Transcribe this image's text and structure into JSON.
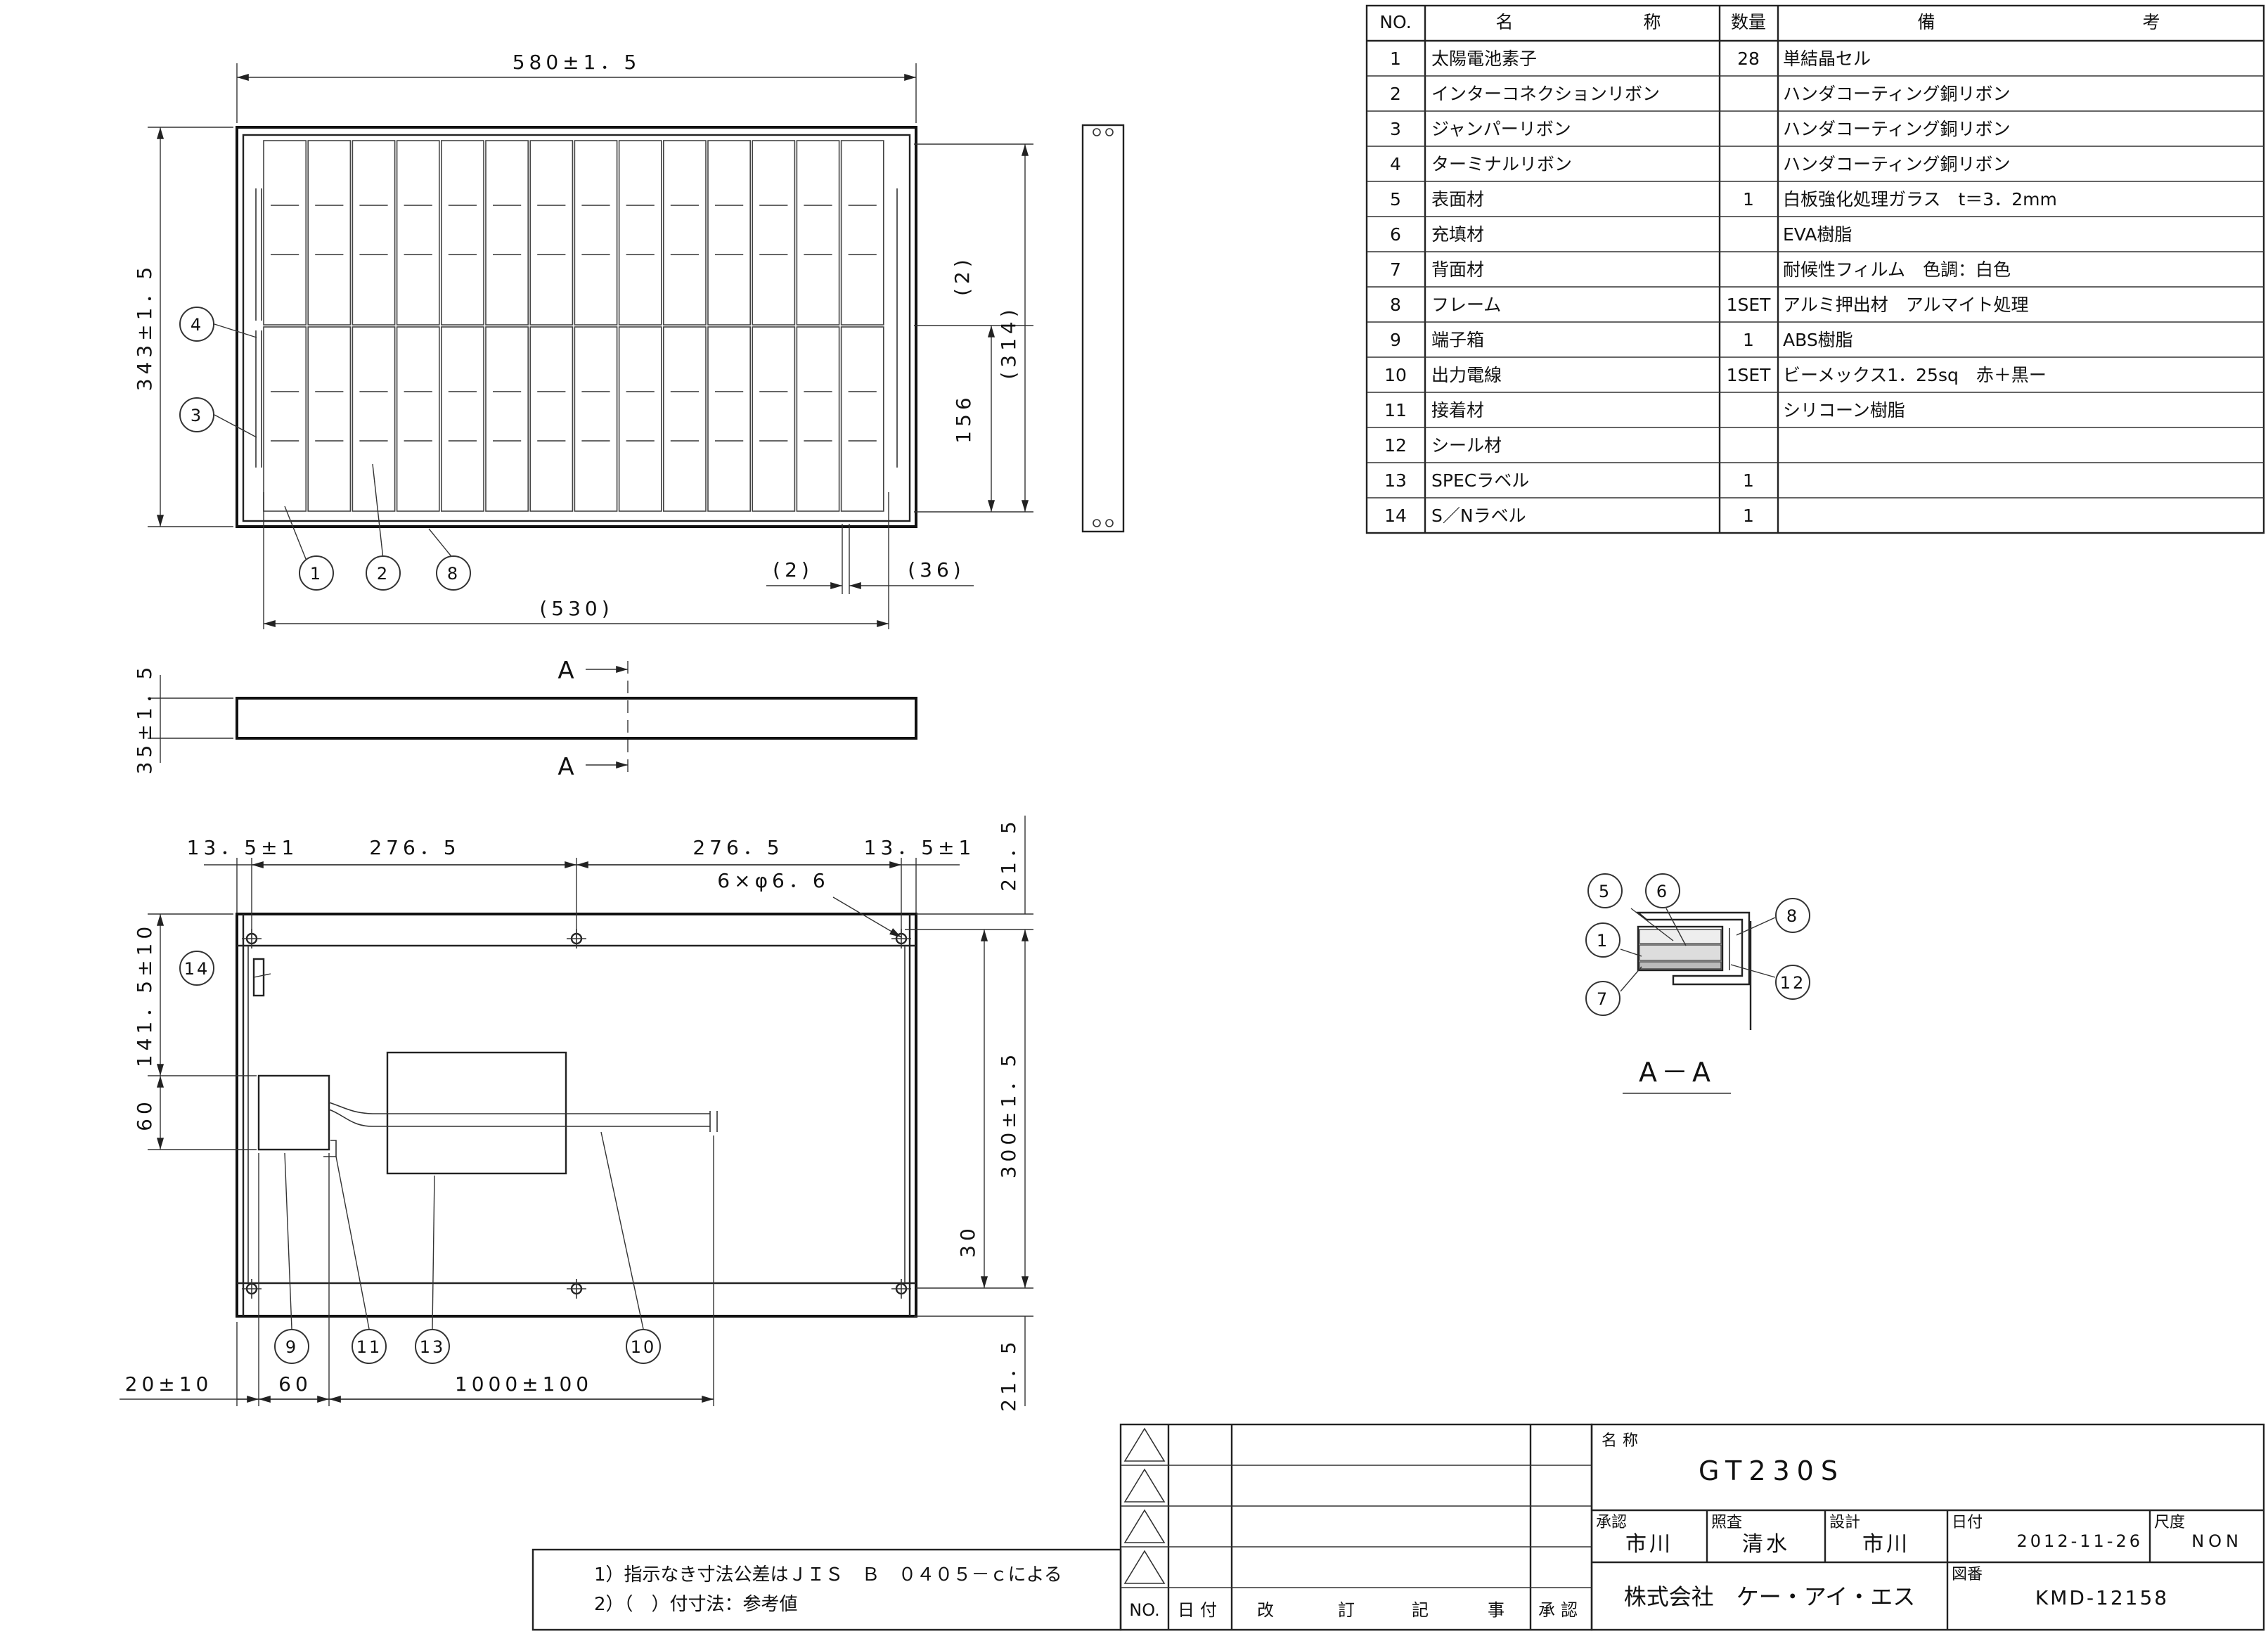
{
  "parts_table": {
    "headers": {
      "no": "NO.",
      "name_a": "名",
      "name_b": "称",
      "qty": "数量",
      "note_a": "備",
      "note_b": "考"
    },
    "rows": [
      {
        "no": "1",
        "name": "太陽電池素子",
        "qty": "28",
        "note": "単結晶セル"
      },
      {
        "no": "2",
        "name": "インターコネクションリボン",
        "qty": "",
        "note": "ハンダコーティング銅リボン"
      },
      {
        "no": "3",
        "name": "ジャンパーリボン",
        "qty": "",
        "note": "ハンダコーティング銅リボン"
      },
      {
        "no": "4",
        "name": "ターミナルリボン",
        "qty": "",
        "note": "ハンダコーティング銅リボン"
      },
      {
        "no": "5",
        "name": "表面材",
        "qty": "1",
        "note": "白板強化処理ガラス　t＝3．2mm"
      },
      {
        "no": "6",
        "name": "充填材",
        "qty": "",
        "note": "EVA樹脂"
      },
      {
        "no": "7",
        "name": "背面材",
        "qty": "",
        "note": "耐候性フィルム　色調：白色"
      },
      {
        "no": "8",
        "name": "フレーム",
        "qty": "1SET",
        "note": "アルミ押出材　アルマイト処理"
      },
      {
        "no": "9",
        "name": "端子箱",
        "qty": "1",
        "note": "ABS樹脂"
      },
      {
        "no": "10",
        "name": "出力電線",
        "qty": "1SET",
        "note": "ビーメックス1．25sq　赤＋黒ー"
      },
      {
        "no": "11",
        "name": "接着材",
        "qty": "",
        "note": "シリコーン樹脂"
      },
      {
        "no": "12",
        "name": "シール材",
        "qty": "",
        "note": ""
      },
      {
        "no": "13",
        "name": "SPECラベル",
        "qty": "1",
        "note": ""
      },
      {
        "no": "14",
        "name": "S／Nラベル",
        "qty": "1",
        "note": ""
      }
    ]
  },
  "dimensions": {
    "front_width": "580±1．5",
    "front_height": "343±1．5",
    "dim_2_right": "(2)",
    "dim_314": "(314)",
    "dim_156": "156",
    "dim_2_bottom": "(2)",
    "dim_36": "(36)",
    "dim_530": "(530)",
    "side_thickness": "35±1．5",
    "section_mark": "A",
    "back_13_5": "13．5±1",
    "back_276_5": "276．5",
    "hole_spec": "6×φ6．6",
    "back_21_5": "21．5",
    "back_141_5": "141．5±10",
    "back_60": "60",
    "back_300": "300±1．5",
    "back_30": "30",
    "back_20": "20±10",
    "back_1000": "1000±100"
  },
  "section_view": {
    "title": "A－A"
  },
  "balloons": [
    "1",
    "2",
    "3",
    "4",
    "5",
    "6",
    "7",
    "8",
    "9",
    "10",
    "11",
    "12",
    "13",
    "14"
  ],
  "notes": {
    "line1": "1）指示なき寸法公差はＪＩＳ　Ｂ　０４０５－ｃによる",
    "line2": "2）（　）付寸法：参考値"
  },
  "revision_block": {
    "no": "NO.",
    "date": "日付",
    "rev": "改",
    "tei": "訂",
    "ki": "記",
    "ji": "事",
    "approve": "承認"
  },
  "title_block": {
    "name_label": "名称",
    "name": "GT230S",
    "approve_label": "承認",
    "approve": "市川",
    "check_label": "照査",
    "check": "清水",
    "design_label": "設計",
    "design": "市川",
    "date_label": "日付",
    "date": "2012-11-26",
    "scale_label": "尺度",
    "scale": "NON",
    "company": "株式会社　ケー・アイ・エス",
    "drawing_no_label": "図番",
    "drawing_no": "KMD-12158"
  }
}
